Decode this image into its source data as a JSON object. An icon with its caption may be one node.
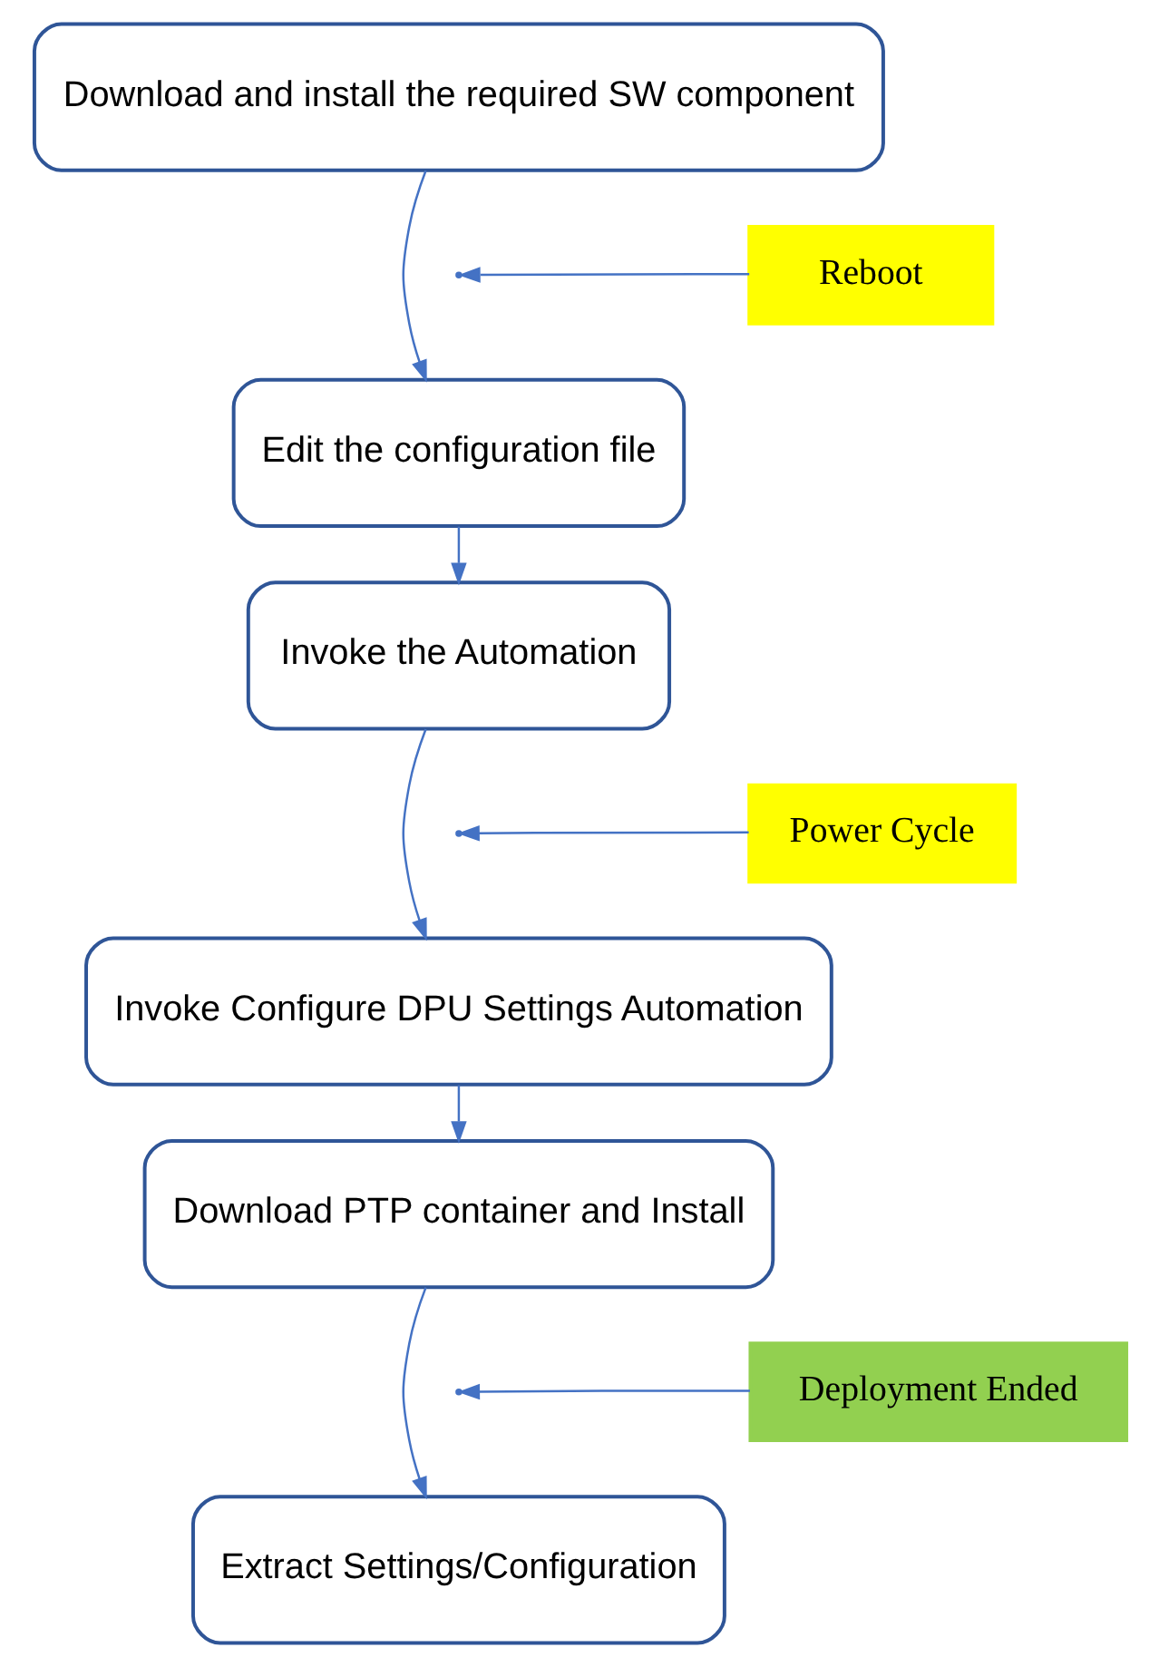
{
  "diagram": {
    "nodes": [
      {
        "text": [
          "Download and install the required SW component"
        ]
      },
      {
        "text": [
          "Reboot"
        ]
      },
      {
        "text": [
          "Edit the configuration file"
        ]
      },
      {
        "text": [
          "Invoke the Automation"
        ]
      },
      {
        "text": [
          "Power Cycle"
        ]
      },
      {
        "text": [
          "Invoke Configure DPU Settings Automation"
        ]
      },
      {
        "text": [
          "Download PTP container and Install"
        ]
      },
      {
        "text": [
          "Deployment Ended"
        ]
      },
      {
        "text": [
          "Extract Settings/Configuration"
        ]
      }
    ],
    "edges": [
      {
        "from": 0,
        "to": 2,
        "arrow": "to"
      },
      {
        "from": 1,
        "to": null,
        "arrow": "to"
      },
      {
        "from": 2,
        "to": 3,
        "arrow": "to"
      },
      {
        "from": 3,
        "to": 5,
        "arrow": "to"
      },
      {
        "from": 4,
        "to": null,
        "arrow": "to"
      },
      {
        "from": 5,
        "to": 6,
        "arrow": "to"
      },
      {
        "from": 6,
        "to": 8,
        "arrow": "to"
      },
      {
        "from": 7,
        "to": null,
        "arrow": "to"
      }
    ]
  }
}
